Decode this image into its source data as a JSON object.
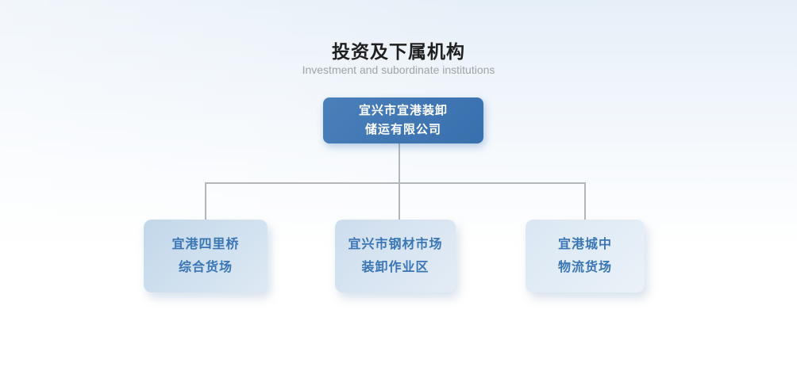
{
  "page": {
    "title": "投资及下属机构",
    "subtitle": "Investment and subordinate institutions"
  },
  "org_chart": {
    "root": {
      "lines": [
        "宜兴市宜港装卸",
        "储运有限公司"
      ]
    },
    "children": [
      {
        "lines": [
          "宜港四里桥",
          "综合货场"
        ]
      },
      {
        "lines": [
          "宜兴市钢材市场",
          "装卸作业区"
        ]
      },
      {
        "lines": [
          "宜港城中",
          "物流货场"
        ]
      }
    ]
  },
  "colors": {
    "bg_top": "#e6eff8",
    "title_text": "#1f1f1f",
    "subtitle_text": "#9fa4a8",
    "root_box_bg": "#3a74b4",
    "root_box_text": "#ffffff",
    "child_box_text": "#3a76b5",
    "child_box_bg_1": "#c2d7ea",
    "child_box_bg_2": "#cdddee",
    "child_box_bg_3": "#dae7f3",
    "connector": "#b3b7ba"
  }
}
